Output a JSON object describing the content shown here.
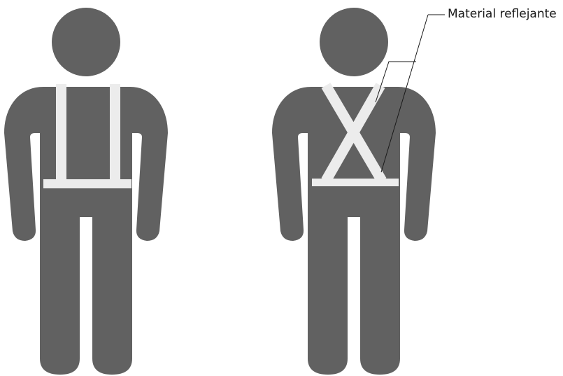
{
  "annotation": {
    "label": "Material reflejante"
  },
  "figures": [
    {
      "id": "left-figure",
      "strap_style": "suspenders"
    },
    {
      "id": "right-figure",
      "strap_style": "x-cross"
    }
  ],
  "colors": {
    "body": "#616161",
    "reflective_strap": "#ececec",
    "leader_line": "#1a1a1a",
    "background": "#ffffff"
  }
}
